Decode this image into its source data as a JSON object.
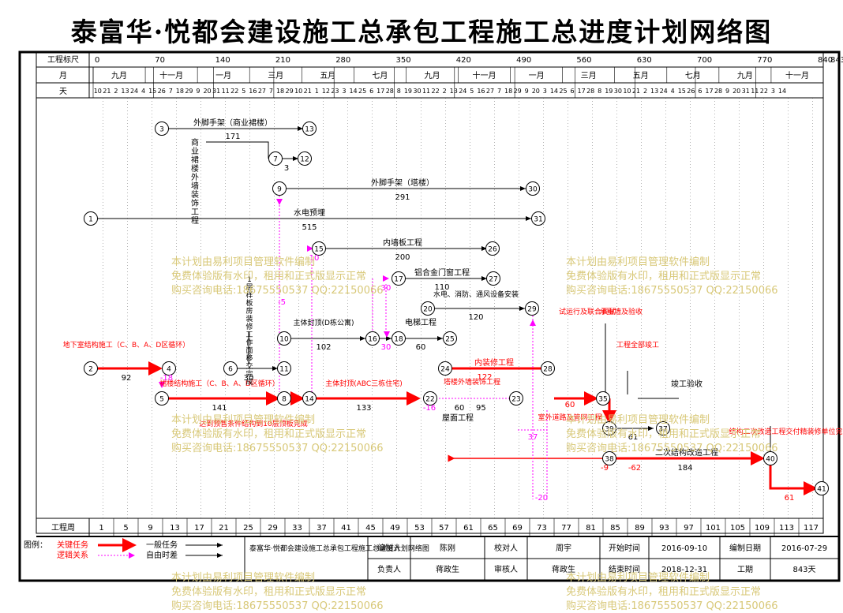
{
  "title": "泰富华·悦都会建设施工总承包工程施工总进度计划网络图",
  "header": {
    "ruler_label": "工程标尺",
    "ruler_ticks": [
      "0",
      "70",
      "140",
      "210",
      "280",
      "350",
      "420",
      "490",
      "560",
      "630",
      "700",
      "770",
      "840",
      "843"
    ],
    "month_label": "月",
    "months": [
      "九月",
      "十一月",
      "一月",
      "三月",
      "五月",
      "七月",
      "九月",
      "十一月",
      "一月",
      "三月",
      "五月",
      "七月",
      "九月",
      "十一月"
    ],
    "day_label": "天",
    "days": [
      "10",
      "21",
      "2",
      "13",
      "24",
      "4",
      "15",
      "26",
      "7",
      "18",
      "29",
      "9",
      "20",
      "31",
      "11",
      "22",
      "5",
      "16",
      "27",
      "7",
      "18",
      "29",
      "10",
      "21",
      "1",
      "12",
      "23",
      "3",
      "14",
      "25",
      "6",
      "17",
      "28",
      "8",
      "19",
      "30",
      "11",
      "22",
      "2",
      "13",
      "24",
      "5",
      "16",
      "27",
      "7",
      "18",
      "29",
      "9",
      "20",
      "3",
      "14",
      "25",
      "6",
      "17",
      "28",
      "8",
      "19",
      "30",
      "10",
      "21",
      "2",
      "13",
      "24",
      "4",
      "15",
      "26",
      "6",
      "17",
      "28",
      "9",
      "20",
      "31",
      "11",
      "22",
      "3",
      "14"
    ]
  },
  "footer": {
    "week_label": "工程周",
    "weeks": [
      "1",
      "5",
      "9",
      "13",
      "17",
      "21",
      "25",
      "29",
      "33",
      "37",
      "41",
      "45",
      "49",
      "53",
      "57",
      "61",
      "65",
      "69",
      "73",
      "77",
      "81",
      "85",
      "89",
      "93",
      "97",
      "101",
      "105",
      "109",
      "113",
      "117"
    ]
  },
  "nodes": [
    "1",
    "2",
    "3",
    "4",
    "5",
    "6",
    "7",
    "8",
    "9",
    "10",
    "11",
    "12",
    "13",
    "14",
    "15",
    "16",
    "17",
    "18",
    "20",
    "22",
    "23",
    "24",
    "25",
    "26",
    "27",
    "28",
    "29",
    "30",
    "31",
    "35",
    "37",
    "38",
    "39",
    "40",
    "41"
  ],
  "activities": {
    "a3_13": "外脚手架（商业裙楼）",
    "d3_13": "171",
    "a7_12": "商业裙楼外墙装饰工程",
    "d7_12": "3",
    "a9_30": "外脚手架（塔楼）",
    "d9_30": "291",
    "a1_31": "水电预埋",
    "d1_31": "515",
    "a15_26": "内墙板工程",
    "d15_26": "200",
    "a17_27": "铝合金门窗工程",
    "d17_27": "110",
    "a20_29": "水电、消防、通风设备安装",
    "d20_29": "120",
    "a10_16": "主体封顶(D栋公寓)",
    "d10_16": "102",
    "a18_25": "电梯工程",
    "d18_25": "60",
    "a2_4": "地下室结构施工（C、B、A、D区循环）",
    "d2_4": "92",
    "a5_8": "裙楼结构施工（C、B、A、D区循环）",
    "d5_8": "141",
    "a14_22": "主体封顶(ABC三栋住宅)",
    "d14_22": "133",
    "a6_11": "1层样板房装修工作面移交完成",
    "d6_11": "30",
    "a24_28": "内装修工程",
    "d24_28": "122",
    "a22_23": "塔楼外墙装饰工程",
    "d22_23": "95",
    "roof": "屋面工程",
    "roof_d": "60",
    "a_pipe": "室外道路及管网工程",
    "d_pipe": "37",
    "a_test": "试运行及联合调试",
    "a_ins": "竣工验收",
    "a_acc": "承重墙及验收",
    "a_all": "工程全部竣工",
    "a_check": "竣工验收",
    "a_2nd": "结构二次改造工程交付精装修单位完成",
    "a_rebuild": "二次结构改造工程",
    "d_rebuild": "184",
    "a_top": "达到预售条件结构到10层顶板完成",
    "float_vals": [
      "-18",
      "-5",
      "10",
      "30",
      "30",
      "-16",
      "37",
      "-20",
      "-9",
      "-62",
      "61",
      "61",
      "60"
    ]
  },
  "legend": {
    "label": "图例：",
    "critical": "关键任务",
    "logic": "逻辑关系",
    "normal": "一般任务",
    "float": "自由时差"
  },
  "info": {
    "project": "泰富华·悦都会建设施工总承包工程施工总进度计划网络图",
    "compiler_label": "编制人",
    "compiler": "陈刚",
    "checker_label": "校对人",
    "checker": "周宇",
    "start_label": "开始时间",
    "start": "2016-09-10",
    "date_label": "编制日期",
    "date": "2016-07-29",
    "owner_label": "负责人",
    "owner": "蒋政生",
    "reviewer_label": "审核人",
    "reviewer": "蒋政生",
    "end_label": "结束时间",
    "end": "2018-12-31",
    "period_label": "工期",
    "period": "843天"
  },
  "watermark": [
    "本计划由易利项目管理软件编制",
    "免费体验版有水印，租用和正式版显示正常",
    "购买咨询电话:18675550537 QQ:22150066"
  ],
  "colors": {
    "critical": "#ff0000",
    "float": "#ff00ff",
    "watermark": "#d8c878"
  }
}
